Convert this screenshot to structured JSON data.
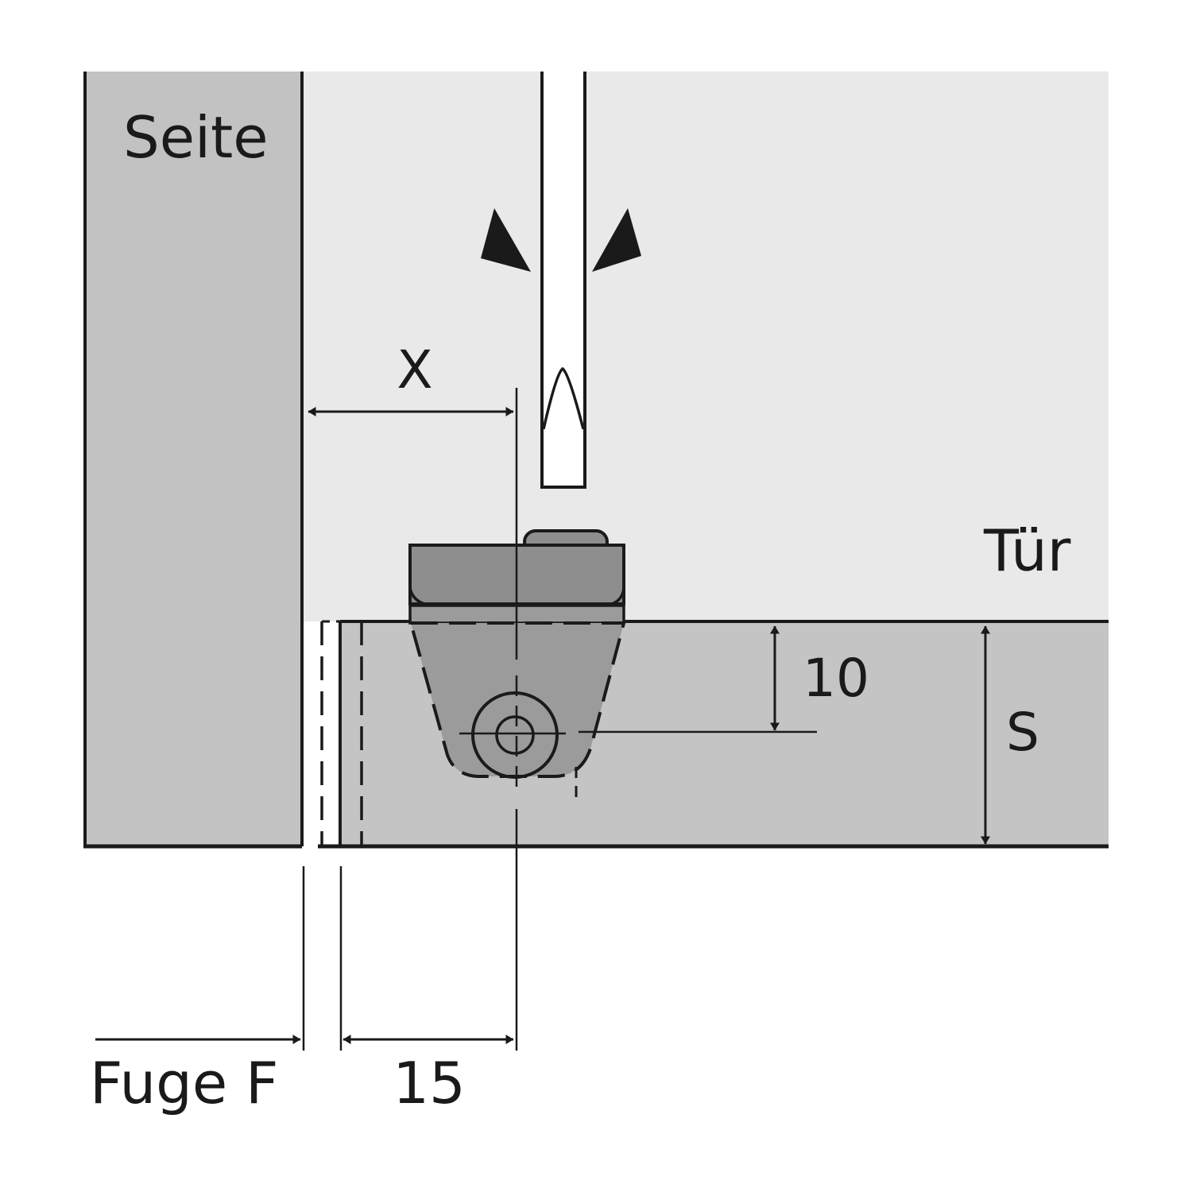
{
  "labels": {
    "side": "Seite",
    "door": "Tür",
    "dim_x": "X",
    "dim_10": "10",
    "dim_s": "S",
    "gap": "Fuge F",
    "dim_15": "15"
  },
  "colors": {
    "side_panel": "#c2c2c2",
    "background_panel": "#e9e9e9",
    "door_edge": "#c4c4c4",
    "hinge_body": "#8e8e8e",
    "hinge_cup": "#9b9b9b",
    "line": "#1a1a1a",
    "screwdriver": "#ffffff"
  }
}
